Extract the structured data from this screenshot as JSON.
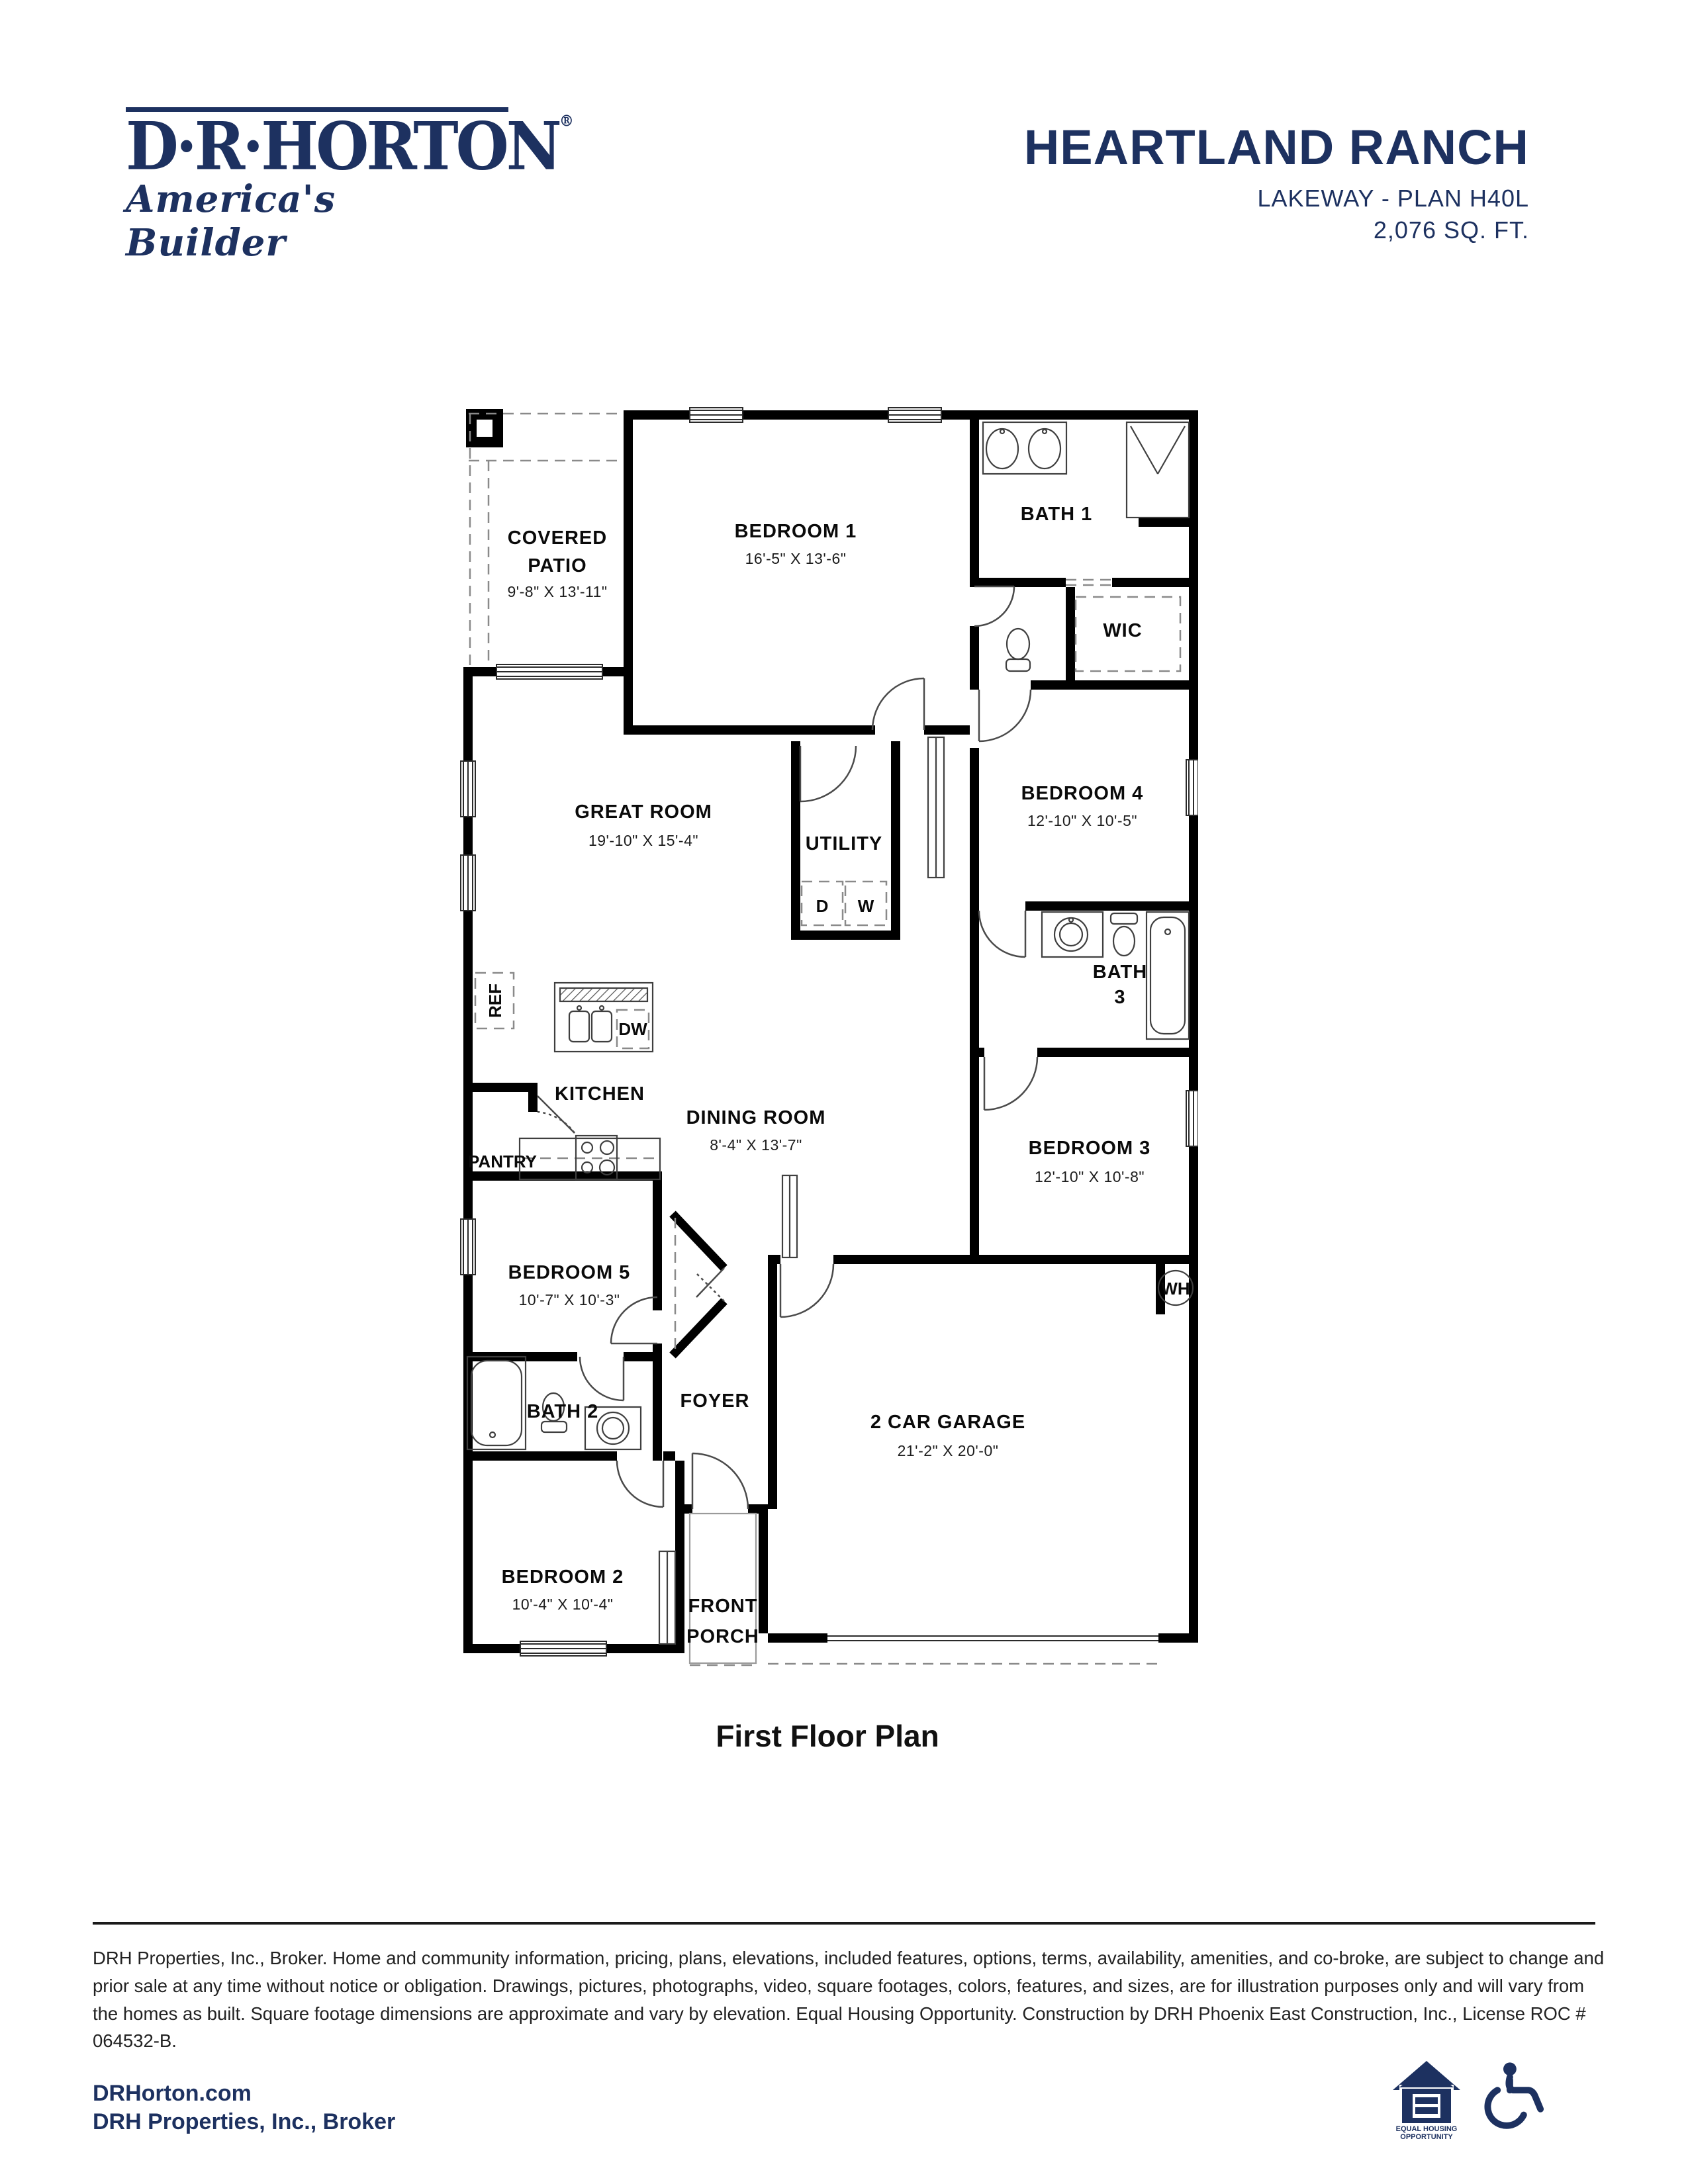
{
  "header": {
    "logo_name": "D·R·HORTON",
    "logo_reg": "®",
    "logo_tagline": "America's Builder",
    "plan_title": "HEARTLAND RANCH",
    "subtitle": "LAKEWAY - PLAN H40L",
    "sqft": "2,076 SQ. FT."
  },
  "floor_plan": {
    "caption": "First Floor Plan",
    "rooms": {
      "covered_patio": {
        "line1": "COVERED",
        "line2": "PATIO",
        "dims": "9'-8\" X 13'-11\""
      },
      "bedroom1": {
        "label": "BEDROOM 1",
        "dims": "16'-5\" X 13'-6\""
      },
      "bath1": {
        "label": "BATH 1"
      },
      "wic": {
        "label": "WIC"
      },
      "great_room": {
        "label": "GREAT ROOM",
        "dims": "19'-10\" X 15'-4\""
      },
      "utility": {
        "label": "UTILITY"
      },
      "bedroom4": {
        "label": "BEDROOM 4",
        "dims": "12'-10\" X 10'-5\""
      },
      "bath3": {
        "line1": "BATH",
        "line2": "3"
      },
      "kitchen": {
        "label": "KITCHEN"
      },
      "pantry": {
        "label": "PANTRY"
      },
      "dining_room": {
        "label": "DINING ROOM",
        "dims": "8'-4\" X 13'-7\""
      },
      "bedroom3": {
        "label": "BEDROOM 3",
        "dims": "12'-10\" X 10'-8\""
      },
      "bedroom5": {
        "label": "BEDROOM 5",
        "dims": "10'-7\" X 10'-3\""
      },
      "bath2": {
        "label": "BATH 2"
      },
      "foyer": {
        "label": "FOYER"
      },
      "bedroom2": {
        "label": "BEDROOM 2",
        "dims": "10'-4\" X 10'-4\""
      },
      "front_porch": {
        "line1": "FRONT",
        "line2": "PORCH"
      },
      "garage": {
        "label": "2 CAR GARAGE",
        "dims": "21'-2\" X 20'-0\""
      }
    },
    "appliances": {
      "ref": "REF",
      "dw": "DW",
      "dryer": "D",
      "washer": "W",
      "water_heater": "WH"
    }
  },
  "disclaimer": "DRH Properties, Inc., Broker. Home and community information, pricing, plans, elevations, included features, options, terms, availability, amenities, and co-broke, are subject to change and prior sale at any time without notice or obligation. Drawings, pictures, photographs, video, square footages, colors, features, and sizes, are for illustration purposes only and will vary from the homes as built. Square footage dimensions are approximate and vary by elevation. Equal Housing Opportunity. Construction by DRH Phoenix East Construction, Inc., License ROC # 064532-B.",
  "footer": {
    "website": "DRHorton.com",
    "broker": "DRH Properties, Inc., Broker",
    "equal_housing_line1": "EQUAL HOUSING",
    "equal_housing_line2": "OPPORTUNITY"
  },
  "colors": {
    "navy": "#1d3160",
    "wall_black": "#000000"
  }
}
